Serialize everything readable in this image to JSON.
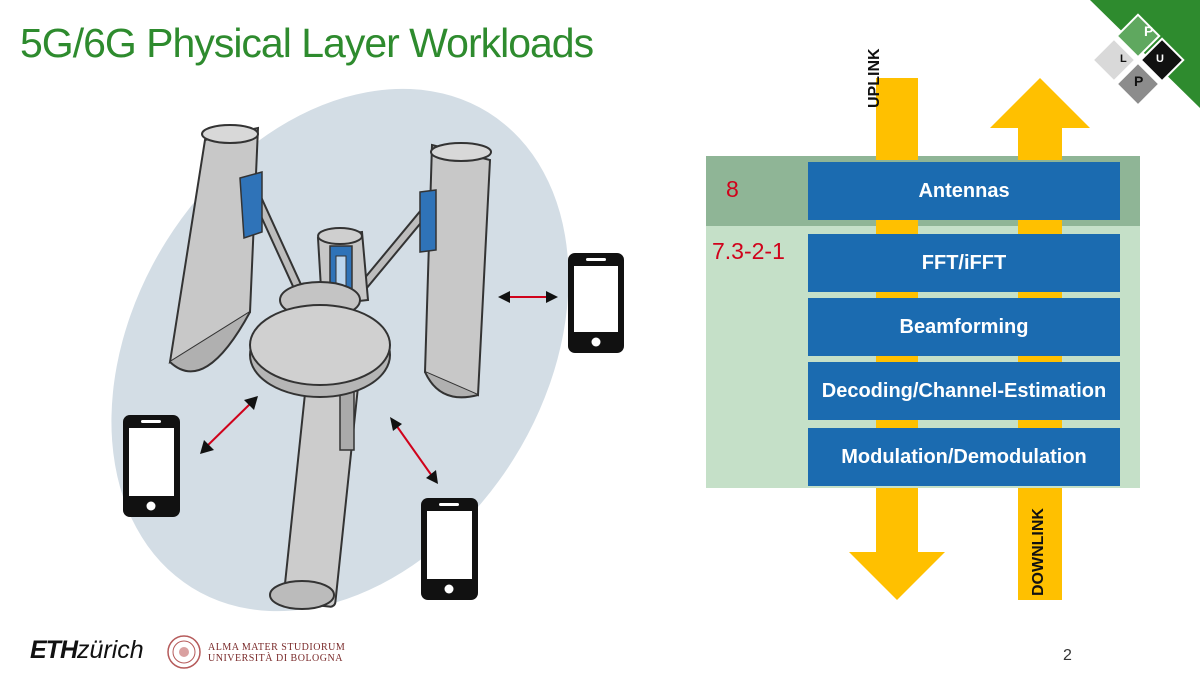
{
  "slide": {
    "title": "5G/6G Physical Layer Workloads",
    "page_number": "2"
  },
  "stack": {
    "uplink_label": "UPLINK",
    "downlink_label": "DOWNLINK",
    "split_top": "8",
    "split_lower": "7.3-2-1",
    "blocks": [
      {
        "label": "Antennas"
      },
      {
        "label": "FFT/iFFT"
      },
      {
        "label": "Beamforming"
      },
      {
        "label": "Decoding/Channel-Estimation"
      },
      {
        "label": "Modulation/Demodulation"
      }
    ],
    "colors": {
      "block_blue": "#1b6bb0",
      "arrow_yellow": "#ffc000",
      "panel_green_dark": "#8fb596",
      "panel_green_light": "#c5e0c8",
      "split_red": "#d0021b"
    }
  },
  "illustration": {
    "icons": [
      "base-station-antenna",
      "smartphone-icon",
      "double-arrow-icon"
    ]
  },
  "footer": {
    "eth_bold": "ETH",
    "eth_italic": "zürich",
    "unibo_line1": "ALMA MATER STUDIORUM",
    "unibo_line2": "UNIVERSITÀ DI BOLOGNA",
    "pulp_p": "P",
    "pulp_u": "U",
    "pulp_l": "L",
    "pulp_p2": "P"
  }
}
